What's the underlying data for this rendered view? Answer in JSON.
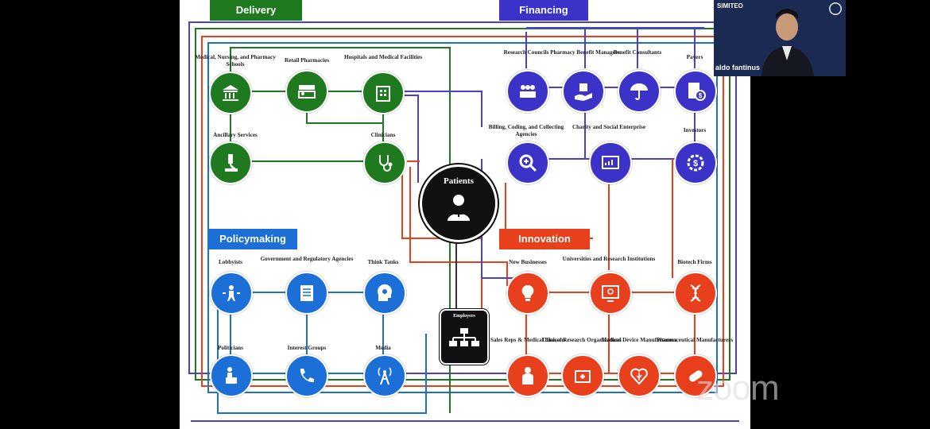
{
  "window": {
    "app": "Zoom",
    "watermark": "zoom"
  },
  "slide": {
    "sections": {
      "delivery": {
        "label": "Delivery",
        "color": "#1f7a1f"
      },
      "financing": {
        "label": "Financing",
        "color": "#3b33c8"
      },
      "policymaking": {
        "label": "Policymaking",
        "color": "#1c6fd6"
      },
      "innovation": {
        "label": "Innovation",
        "color": "#e8401d"
      }
    },
    "center": {
      "patients": "Patients",
      "employers": "Employers"
    },
    "nodes": {
      "med_schools": "Medical, Nursing, and Pharmacy Schools",
      "retail_pharmacies": "Retail Pharmacies",
      "hospitals": "Hospitals and Medical Facilities",
      "ancillary": "Ancillary Services",
      "clinicians": "Clinicians",
      "research_councils": "Research Councils",
      "pbm": "Pharmacy Benefit Managers",
      "benefit_consultants": "Benefit Consultants",
      "payers": "Payers",
      "billing": "Billing, Coding, and Collecting Agencies",
      "charity": "Charity and Social Enterprise",
      "investors": "Investors",
      "lobbyists": "Lobbyists",
      "government": "Government and Regulatory Agencies",
      "think_tanks": "Think Tanks",
      "politicians": "Politicians",
      "interest_groups": "Interest Groups",
      "media": "Media",
      "new_businesses": "New Businesses",
      "universities": "Universities and Research Institutions",
      "biotech": "Biotech Firms",
      "sales_reps": "Sales Reps & Medical Liaisons",
      "cro": "Clinical Research Organizations",
      "device_makers": "Medical Device Manufacturers",
      "pharma": "Pharmaceutical Manufacturers"
    }
  },
  "webcam": {
    "speaker_name": "aldo fantinus",
    "logo_left": "SIMITEO"
  }
}
